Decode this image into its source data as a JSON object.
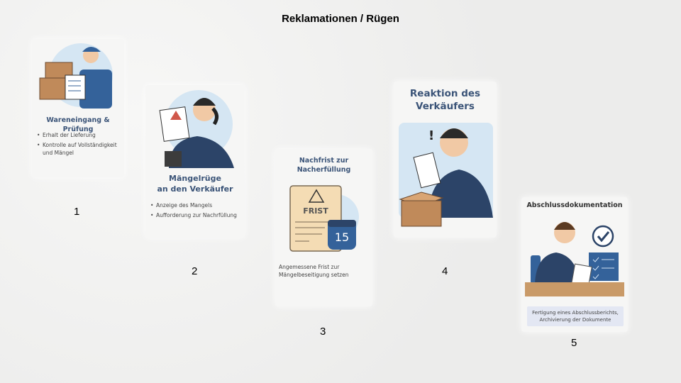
{
  "title": "Reklamationen / Rügen",
  "steps": [
    {
      "number": "1",
      "title": "Wareneingang & Prüfung",
      "bullets": [
        "Erhalt der Lieferung",
        "Kontrolle auf Vollständigkeit und Mängel"
      ]
    },
    {
      "number": "2",
      "title_line1": "Mängelrüge",
      "title_line2": "an den Verkäufer",
      "bullets": [
        "Anzeige des Mangels",
        "Aufforderung zur Nachrfüllung"
      ]
    },
    {
      "number": "3",
      "title_line1": "Nachfrist zur",
      "title_line2": "Nacherfüllung",
      "doc_label": "FRIST",
      "calendar_day": "15",
      "text_line1": "Angemessene Frist zur",
      "text_line2": "Mängelbeseitigung setzen"
    },
    {
      "number": "4",
      "title_line1": "Reaktion des",
      "title_line2": "Verkäufers"
    },
    {
      "number": "5",
      "title": "Abschlussdokumentation",
      "text_line1": "Fertigung eines Abschlussberichts,",
      "text_line2": "Archivierung der Dokumente"
    }
  ],
  "colors": {
    "accent": "#3b5478",
    "navy": "#2c4468",
    "light_blue": "#d5e6f3",
    "box": "#c08a5a"
  }
}
